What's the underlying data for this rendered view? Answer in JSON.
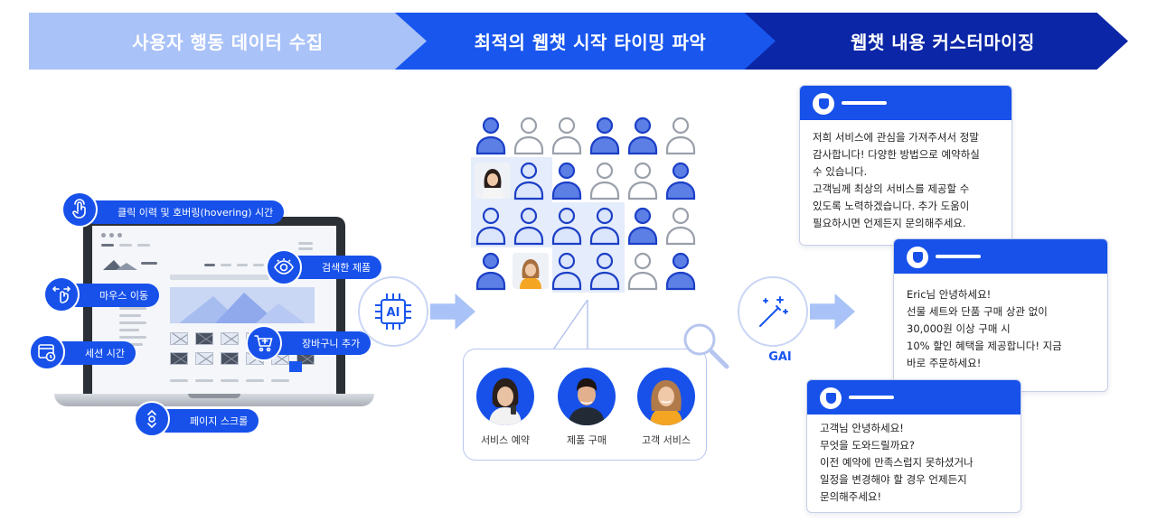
{
  "banner": {
    "step1": "사용자 행동 데이터 수집",
    "step2": "최적의 웹챗 시작 타이밍 파악",
    "step3": "웹챗 내용 커스터마이징"
  },
  "tags": {
    "click": "클릭 이력 및 호버링(hovering) 시간",
    "search": "검색한 제품",
    "mouse": "마우스 이동",
    "session": "세션 시간",
    "cart": "장바구니 추가",
    "scroll": "페이지 스크롤"
  },
  "ai": {
    "chip_label": "AI",
    "gai_label": "GAI"
  },
  "personas": [
    {
      "label": "서비스 예약"
    },
    {
      "label": "제품 구매"
    },
    {
      "label": "고객 서비스"
    }
  ],
  "chats": [
    {
      "lines": [
        "저희 서비스에 관심을 가져주셔서 정말",
        "감사합니다! 다양한 방법으로 예약하실",
        "수 있습니다.",
        "고객님께 최상의 서비스를 제공할 수",
        "있도록 노력하겠습니다. 추가 도움이",
        "필요하시면 언제든지 문의해주세요."
      ]
    },
    {
      "lines": [
        "Eric님 안녕하세요!",
        "선물 세트와 단품 구매 상관 없이",
        "30,000원 이상 구매 시",
        "10% 할인 혜택을 제공합니다! 지금",
        "바로 주문하세요!"
      ]
    },
    {
      "lines": [
        "고객님 안녕하세요!",
        "무엇을 도와드릴까요?",
        "이전 예약에 만족스럽지 못하셨거나",
        "일정을 변경해야 할 경우 언제든지",
        "문의해주세요!"
      ]
    }
  ],
  "colors": {
    "light_blue": "#a9c2f7",
    "blue": "#1856ee",
    "navy": "#0b26a6",
    "accent": "#1751ea"
  }
}
